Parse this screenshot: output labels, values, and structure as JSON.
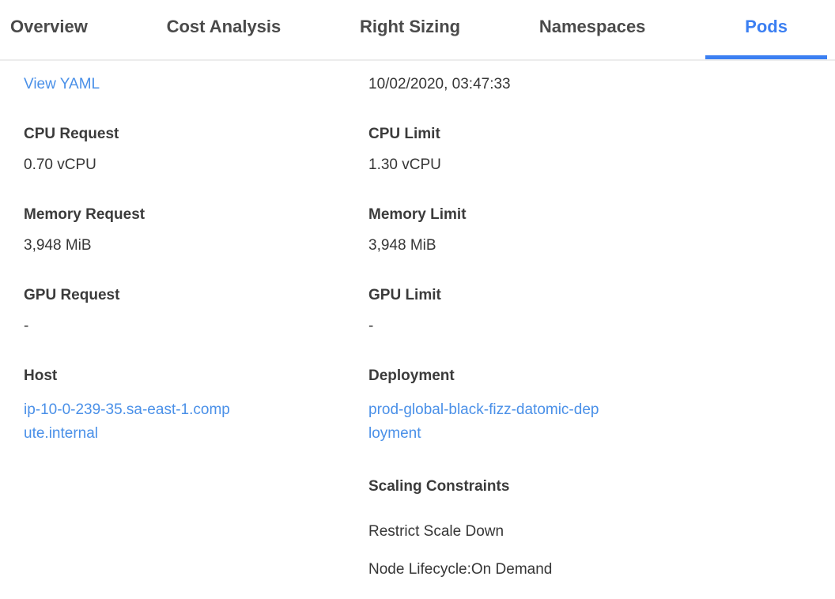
{
  "colors": {
    "accent_blue": "#3b7ff2",
    "link_blue": "#4a90e8",
    "tab_text": "#4a4a4a",
    "body_text": "#363636",
    "divider": "#ececec"
  },
  "tabs": [
    {
      "label": "Overview",
      "active": false
    },
    {
      "label": "Cost Analysis",
      "active": false
    },
    {
      "label": "Right Sizing",
      "active": false
    },
    {
      "label": "Namespaces",
      "active": false
    },
    {
      "label": "Pods",
      "active": true
    }
  ],
  "details": {
    "view_yaml_label": "View YAML",
    "timestamp": "10/02/2020, 03:47:33",
    "left_fields": [
      {
        "label": "CPU Request",
        "value": "0.70 vCPU"
      },
      {
        "label": "Memory Request",
        "value": "3,948 MiB"
      },
      {
        "label": "GPU Request",
        "value": "-"
      },
      {
        "label": "Host",
        "value": "ip-10-0-239-35.sa-east-1.compute.internal"
      }
    ],
    "right_fields": [
      {
        "label": "CPU Limit",
        "value": "1.30 vCPU"
      },
      {
        "label": "Memory Limit",
        "value": "3,948 MiB"
      },
      {
        "label": "GPU Limit",
        "value": "-"
      },
      {
        "label": "Deployment",
        "value": "prod-global-black-fizz-datomic-deployment"
      }
    ],
    "scaling": {
      "label": "Scaling Constraints",
      "items": [
        "Restrict Scale Down",
        "Node Lifecycle:On Demand"
      ]
    }
  }
}
